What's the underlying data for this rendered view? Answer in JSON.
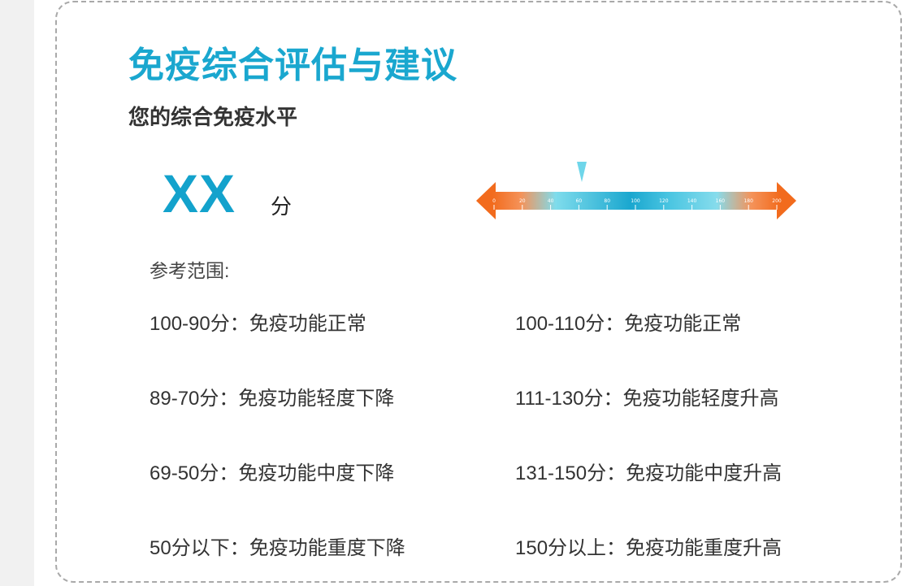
{
  "title": "免疫综合评估与建议",
  "subtitle": "您的综合免疫水平",
  "score": {
    "value": "XX",
    "unit": "分"
  },
  "scale": {
    "ticks": [
      "0",
      "20",
      "40",
      "60",
      "80",
      "100",
      "120",
      "140",
      "160",
      "180",
      "200"
    ],
    "colors": {
      "low": "#f26b1d",
      "mid": "#7fdcec",
      "high": "#1aa7cf",
      "pointer": "#6fd6ea"
    }
  },
  "reference": {
    "label": "参考范围:",
    "left": [
      "100-90分：免疫功能正常",
      "89-70分：免疫功能轻度下降",
      "69-50分：免疫功能中度下降",
      "50分以下：免疫功能重度下降"
    ],
    "right": [
      "100-110分：免疫功能正常",
      "111-130分：免疫功能轻度升高",
      "131-150分：免疫功能中度升高",
      "150分以上：免疫功能重度升高"
    ]
  }
}
